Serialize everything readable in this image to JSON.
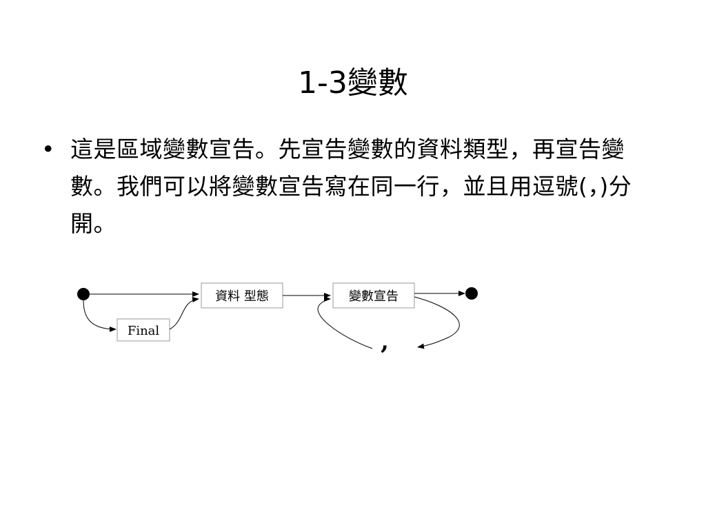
{
  "slide": {
    "title": "1-3變數",
    "bullet_symbol": "•",
    "bullet_text": "這是區域變數宣告。先宣告變數的資料類型，再宣告變數。我們可以將變數宣告寫在同一行，並且用逗號(，)分開。"
  },
  "diagram": {
    "box_data_type": "資料 型態",
    "box_variable_decl": "變數宣告",
    "box_final": "Final",
    "separator_label": ","
  }
}
